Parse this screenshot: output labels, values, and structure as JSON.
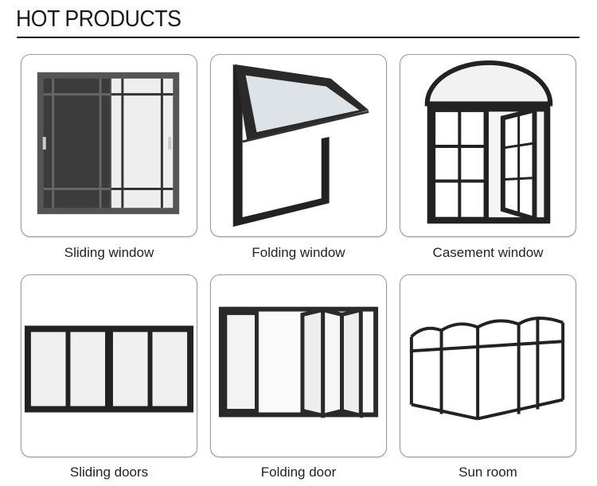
{
  "header": {
    "title": "HOT PRODUCTS"
  },
  "products": [
    {
      "label": "Sliding window",
      "icon": "sliding-window-image"
    },
    {
      "label": "Folding window",
      "icon": "folding-window-image"
    },
    {
      "label": "Casement window",
      "icon": "casement-window-image"
    },
    {
      "label": "Sliding doors",
      "icon": "sliding-doors-image"
    },
    {
      "label": "Folding door",
      "icon": "folding-door-image"
    },
    {
      "label": "Sun room",
      "icon": "sun-room-image"
    }
  ]
}
